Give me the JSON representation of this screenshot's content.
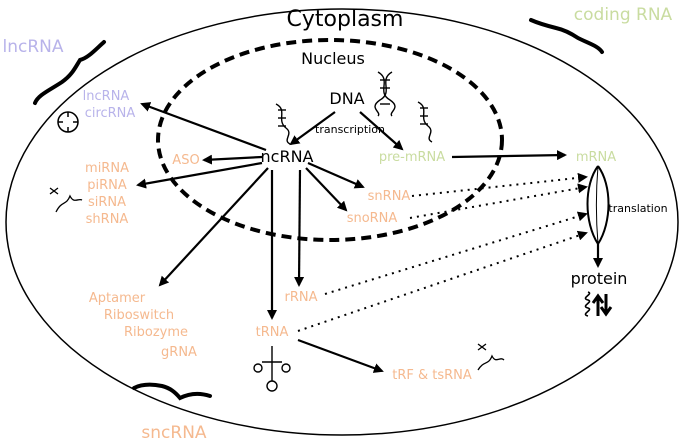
{
  "labels": {
    "cytoplasm": "Cytoplasm",
    "nucleus": "Nucleus",
    "dna": "DNA",
    "transcription": "transcription",
    "ncrna": "ncRNA",
    "pre_mrna": "pre-mRNA",
    "mrna": "mRNA",
    "translation": "translation",
    "protein": "protein",
    "aso": "ASO",
    "lncrna": "lncRNA",
    "circrna": "circRNA",
    "mirna": "miRNA",
    "pirna": "piRNA",
    "sirna": "siRNA",
    "shrna": "shRNA",
    "snrna": "snRNA",
    "snorna": "snoRNA",
    "aptamer": "Aptamer",
    "riboswitch": "Riboswitch",
    "ribozyme": "Ribozyme",
    "grna": "gRNA",
    "rrna": "rRNA",
    "trna": "tRNA",
    "trf": "tRF & tsRNA"
  },
  "categories": {
    "lncrna": "lncRNA",
    "coding": "coding RNA",
    "sncrna": "sncRNA"
  },
  "colors": {
    "orange": "#f5b98f",
    "purple": "#b8b3ea",
    "green": "#c9dca0",
    "black": "#000000"
  },
  "icons": [
    "dna-helix-icon",
    "scissors-icon",
    "circle-rna-icon",
    "trna-cloverleaf-icon",
    "protein-structure-icon"
  ]
}
